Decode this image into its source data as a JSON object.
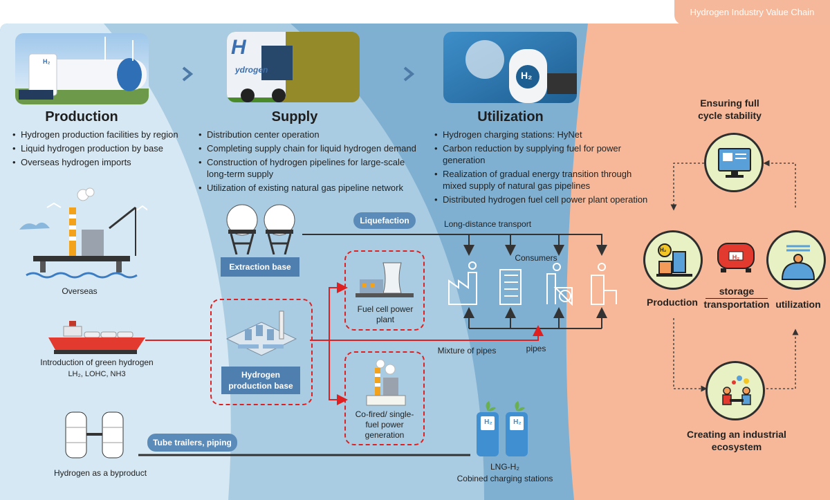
{
  "header": {
    "tag": "Hydrogen Industry Value Chain"
  },
  "production": {
    "title": "Production",
    "bullets": [
      "Hydrogen production facilities by region",
      "Liquid hydrogen production by base",
      "Overseas hydrogen imports"
    ]
  },
  "supply": {
    "title": "Supply",
    "bullets": [
      "Distribution center operation",
      "Completing supply chain for liquid hydrogen demand",
      "Construction of hydrogen pipelines for large-scale long-term supply",
      "Utilization of existing natural gas pipeline network"
    ]
  },
  "utilization": {
    "title": "Utilization",
    "bullets": [
      "Hydrogen charging stations: HyNet",
      "Carbon reduction by supplying fuel for power generation",
      "Realization of gradual energy transition through mixed supply of natural gas pipelines",
      "Distributed hydrogen fuel cell power plant operation"
    ]
  },
  "photos": {
    "production_tank": "H₂",
    "bus_line1": "ydrogen",
    "bus_h": "H",
    "nozzle": "H₂"
  },
  "diagram": {
    "overseas": "Overseas",
    "green_h2": "Introduction of green hydrogen",
    "green_h2_types": "LH₂, LOHC, NH3",
    "byproduct": "Hydrogen as a byproduct",
    "extraction_base": "Extraction base",
    "liquefaction": "Liquefaction",
    "long_distance": "Long-distance transport",
    "consumers": "Consumers",
    "fuel_cell": "Fuel cell power plant",
    "cofired": "Co-fired/ single-fuel power generation",
    "h2_base": "Hydrogen production base",
    "mixture": "Mixture of pipes",
    "pipes": "pipes",
    "tube_trailers": "Tube trailers, piping",
    "lng_h2": "LNG-H₂",
    "combined": "Cobined charging stations",
    "charger_label": "H₂"
  },
  "cycle": {
    "top": "Ensuring full cycle stability",
    "left": "Production",
    "right": "utilization",
    "center_top": "storage",
    "center_bottom": "transportation",
    "bottom": "Creating an industrial ecosystem",
    "left_icon_label": "H₂",
    "center_icon_label": "H₂"
  },
  "colors": {
    "panel1": "#d3e6f2",
    "panel2": "#a9cce2",
    "panel3": "#7fb0d2",
    "panel4": "#f6b898",
    "accent_red": "#e02020",
    "box_blue": "#4f7fae"
  }
}
